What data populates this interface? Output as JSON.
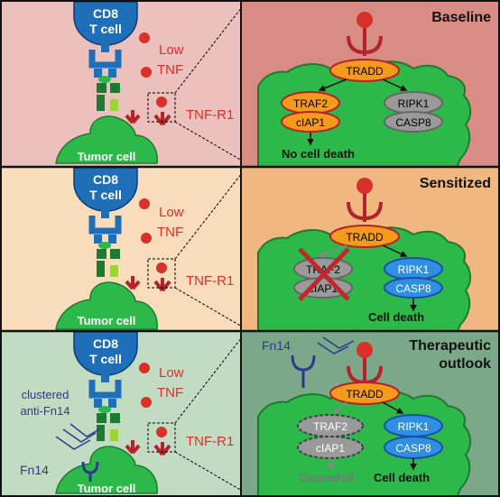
{
  "panels": [
    {
      "title": "Baseline",
      "cd8": "CD8",
      "tcell": "T cell",
      "low": "Low",
      "tnf": "TNF",
      "receptor": "TNF-R1",
      "tumor": "Tumor cell",
      "tradd": "TRADD",
      "traf2": "TRAF2",
      "ciap1": "cIAP1",
      "ripk1": "RIPK1",
      "casp8": "CASP8",
      "outcome": "No cell death"
    },
    {
      "title": "Sensitized",
      "cd8": "CD8",
      "tcell": "T cell",
      "low": "Low",
      "tnf": "TNF",
      "receptor": "TNF-R1",
      "tumor": "Tumor cell",
      "tradd": "TRADD",
      "traf2": "TRAF2",
      "ciap1": "cIAP1",
      "ripk1": "RIPK1",
      "casp8": "CASP8",
      "outcome": "Cell death"
    },
    {
      "title_line1": "Therapeutic",
      "title_line2": "outlook",
      "cd8": "CD8",
      "tcell": "T cell",
      "low": "Low",
      "tnf": "TNF",
      "receptor": "TNF-R1",
      "tumor": "Tumor cell",
      "clustered": "clustered",
      "antifn14": "anti-Fn14",
      "fn14_left": "Fn14",
      "fn14_inset": "Fn14",
      "tradd": "TRADD",
      "traf2": "TRAF2",
      "ciap1": "cIAP1",
      "ripk1": "RIPK1",
      "casp8": "CASP8",
      "degraded": "Degraded",
      "outcome": "Cell death"
    }
  ],
  "colors": {
    "baseline_left": "#ecc0bc",
    "baseline_right": "#d98c84",
    "sensitized_left": "#f8dcbc",
    "sensitized_right": "#f0b880",
    "therapeutic_left": "#c2dcc4",
    "therapeutic_right": "#7aa888",
    "tumor": "#2db84a",
    "tcell": "#1f6fb8",
    "tnf_red": "#d9302a",
    "orange": "#f59a1c",
    "blue": "#2f8fe0",
    "gray": "#9a9a9a",
    "navy": "#2b3a8c"
  },
  "icons": [
    "tnf-dot-icon",
    "tnf-r1-receptor-icon",
    "tcr-icon",
    "mhc-icon",
    "fn14-receptor-icon",
    "antibody-icon",
    "cross-icon",
    "arrow-icon"
  ]
}
